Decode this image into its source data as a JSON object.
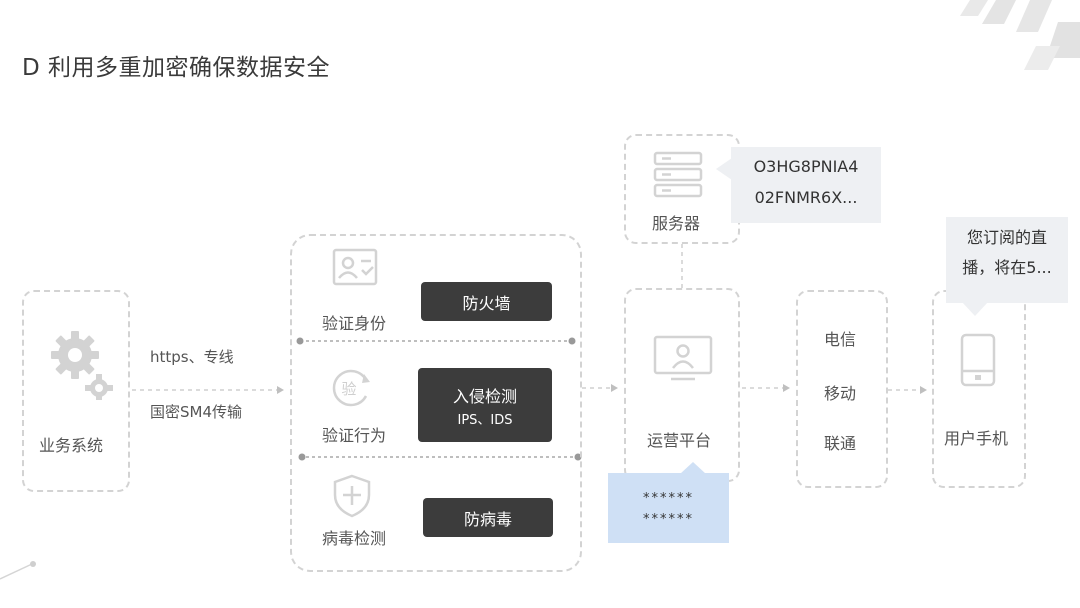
{
  "title": "D 利用多重加密确保数据安全",
  "business": {
    "label": "业务系统"
  },
  "channel": {
    "line1": "https、专线",
    "line2": "国密SM4传输"
  },
  "security": {
    "rows": [
      {
        "label": "验证身份",
        "button": "防火墙",
        "sub": ""
      },
      {
        "label": "验证行为",
        "button": "入侵检测",
        "sub": "IPS、IDS"
      },
      {
        "label": "病毒检测",
        "button": "防病毒",
        "sub": ""
      }
    ]
  },
  "server": {
    "label": "服务器",
    "bubble_line1": "O3HG8PNIA4",
    "bubble_line2": "02FNMR6X..."
  },
  "platform": {
    "label": "运营平台",
    "bubble_line1": "******",
    "bubble_line2": "******"
  },
  "carriers": {
    "items": [
      "电信",
      "移动",
      "联通"
    ]
  },
  "phone": {
    "label": "用户手机",
    "bubble_line1": "您订阅的直",
    "bubble_line2": "播，将在5..."
  },
  "colors": {
    "dashed": "#d3d3d3",
    "dark_button": "#3c3c3c",
    "gray_bubble": "#eef0f3",
    "blue_bubble": "#cfe0f5",
    "icon": "#d6d6d6"
  }
}
